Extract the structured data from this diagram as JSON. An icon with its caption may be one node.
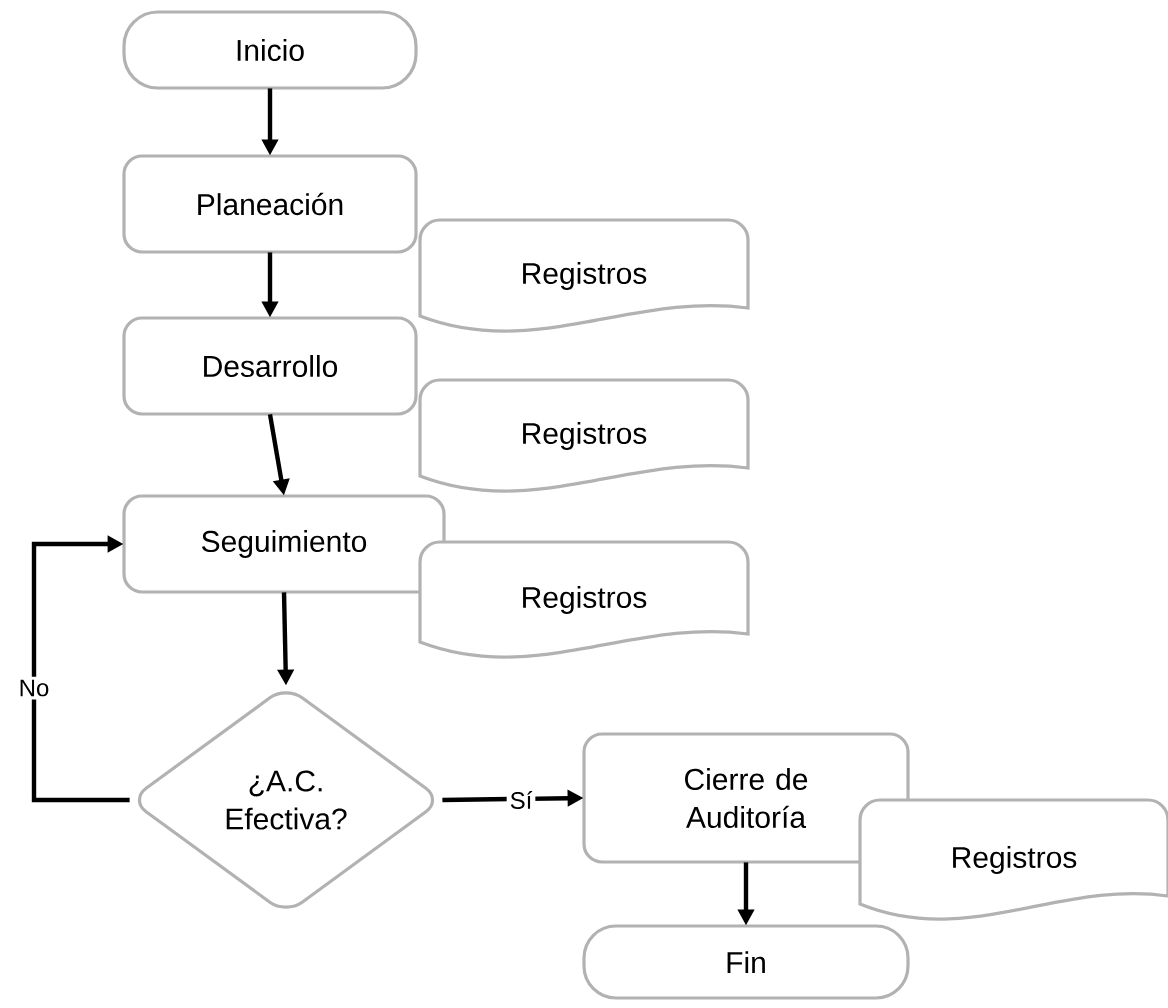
{
  "diagram": {
    "nodes": [
      {
        "text": [
          "Inicio"
        ]
      },
      {
        "text": [
          "Planeación"
        ]
      },
      {
        "text": [
          "Registros"
        ]
      },
      {
        "text": [
          "Desarrollo"
        ]
      },
      {
        "text": [
          "Registros"
        ]
      },
      {
        "text": [
          "Seguimiento"
        ]
      },
      {
        "text": [
          "Registros"
        ]
      },
      {
        "text": [
          "¿A.C. Efectiva?"
        ]
      },
      {
        "text": [
          "Cierre de Auditoría"
        ]
      },
      {
        "text": [
          "Registros"
        ]
      },
      {
        "text": [
          "Fin"
        ]
      }
    ],
    "edges": [
      {
        "from": 0,
        "to": 1,
        "arrow": "to"
      },
      {
        "from": 1,
        "to": 3,
        "arrow": "to"
      },
      {
        "from": 3,
        "to": 5,
        "arrow": "to"
      },
      {
        "from": 5,
        "to": 7,
        "arrow": "to"
      },
      {
        "from": 7,
        "to": 5,
        "arrow": "to",
        "label": "No"
      },
      {
        "from": 7,
        "to": 8,
        "arrow": "to",
        "label": "Sí"
      },
      {
        "from": 8,
        "to": 10,
        "arrow": "to"
      }
    ]
  }
}
